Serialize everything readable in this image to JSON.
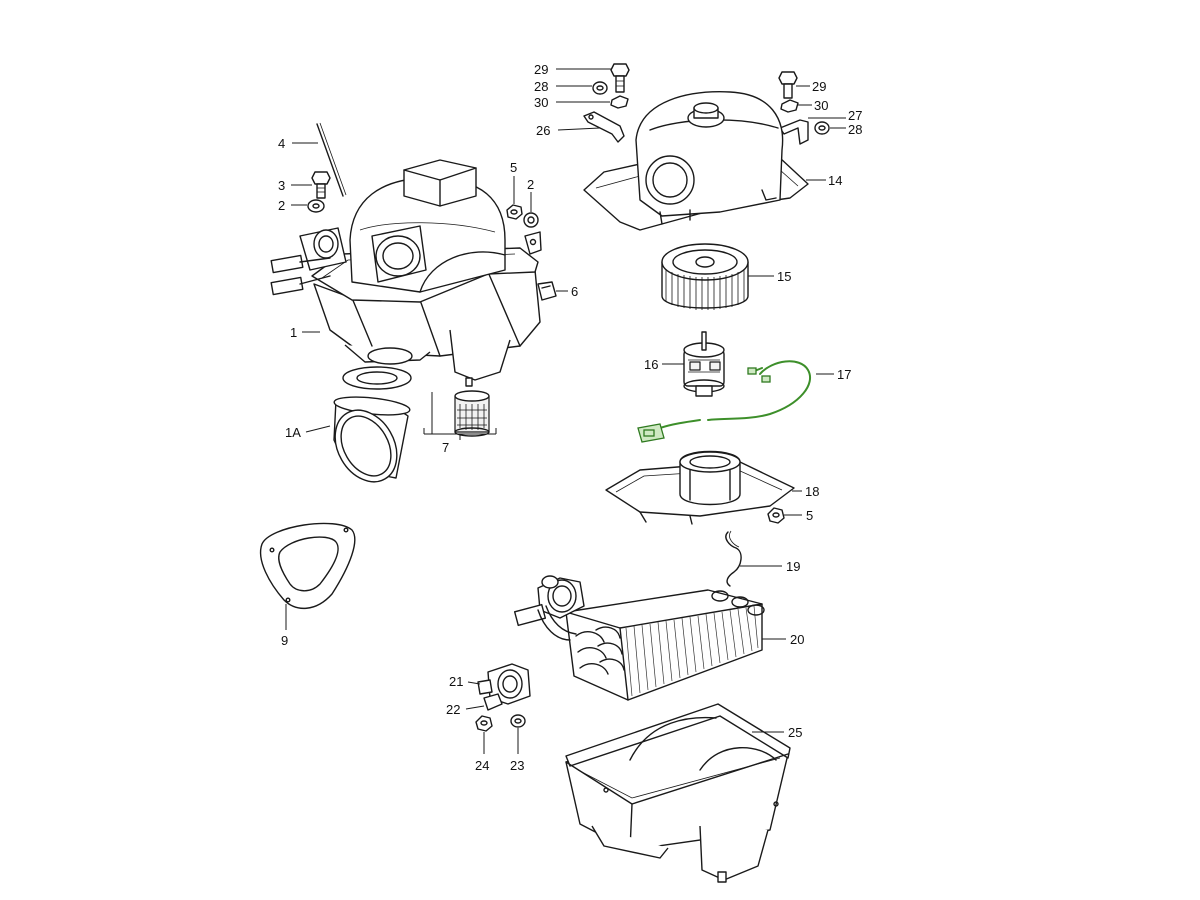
{
  "diagram": {
    "wire_color": "#3d8f2a",
    "callouts": [
      {
        "id": "c4",
        "text": "4"
      },
      {
        "id": "c3",
        "text": "3"
      },
      {
        "id": "c2a",
        "text": "2"
      },
      {
        "id": "c5a",
        "text": "5"
      },
      {
        "id": "c2b",
        "text": "2"
      },
      {
        "id": "c6",
        "text": "6"
      },
      {
        "id": "c1",
        "text": "1"
      },
      {
        "id": "c1A",
        "text": "1A"
      },
      {
        "id": "c7",
        "text": "7"
      },
      {
        "id": "c9",
        "text": "9"
      },
      {
        "id": "c29a",
        "text": "29"
      },
      {
        "id": "c28a",
        "text": "28"
      },
      {
        "id": "c30a",
        "text": "30"
      },
      {
        "id": "c26",
        "text": "26"
      },
      {
        "id": "c29b",
        "text": "29"
      },
      {
        "id": "c30b",
        "text": "30"
      },
      {
        "id": "c27",
        "text": "27"
      },
      {
        "id": "c28b",
        "text": "28"
      },
      {
        "id": "c14",
        "text": "14"
      },
      {
        "id": "c15",
        "text": "15"
      },
      {
        "id": "c16",
        "text": "16"
      },
      {
        "id": "c17",
        "text": "17"
      },
      {
        "id": "c18",
        "text": "18"
      },
      {
        "id": "c5b",
        "text": "5"
      },
      {
        "id": "c19",
        "text": "19"
      },
      {
        "id": "c20",
        "text": "20"
      },
      {
        "id": "c21",
        "text": "21"
      },
      {
        "id": "c22",
        "text": "22"
      },
      {
        "id": "c24",
        "text": "24"
      },
      {
        "id": "c23",
        "text": "23"
      },
      {
        "id": "c25",
        "text": "25"
      }
    ]
  }
}
